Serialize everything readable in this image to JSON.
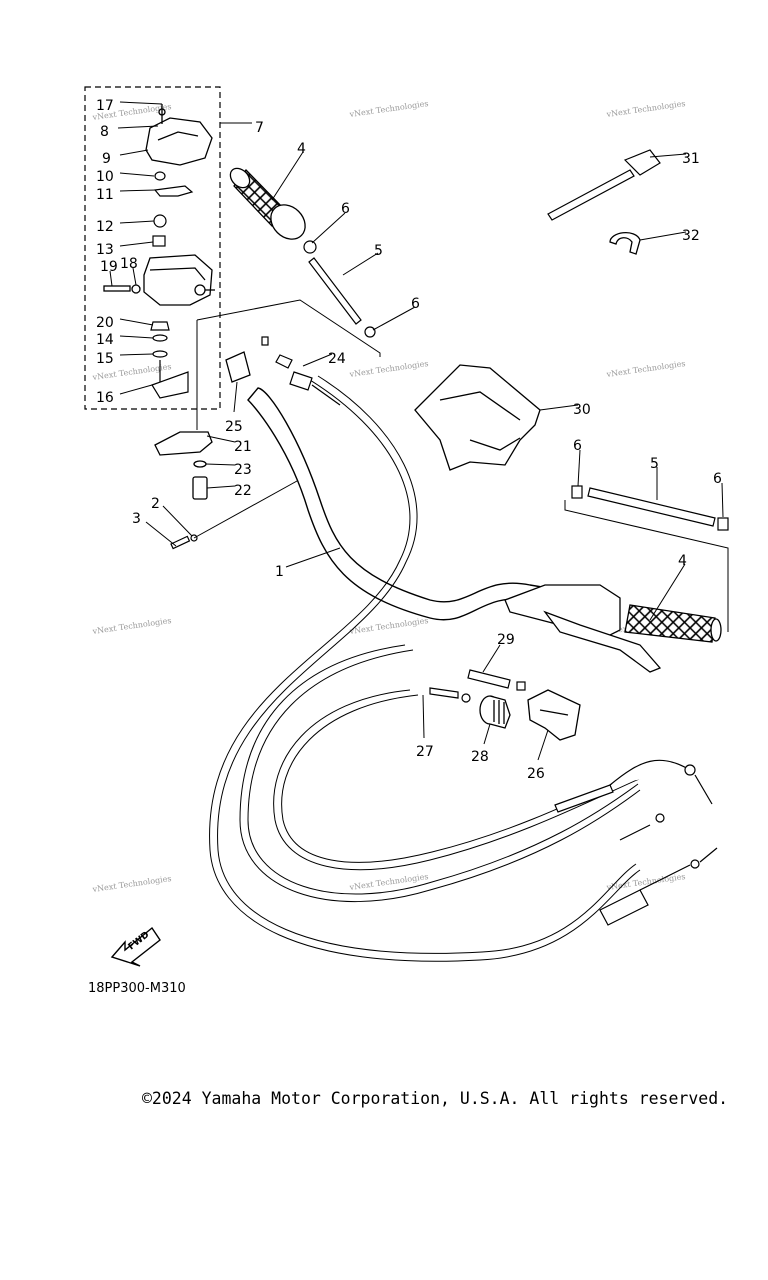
{
  "diagram": {
    "drawing_code": "18PP300-M310",
    "direction_arrow_label": "FWD",
    "watermark": "vNext Technologies",
    "callouts": [
      "1",
      "2",
      "3",
      "4",
      "4",
      "5",
      "5",
      "6",
      "6",
      "6",
      "6",
      "7",
      "8",
      "9",
      "10",
      "11",
      "12",
      "13",
      "14",
      "15",
      "16",
      "17",
      "18",
      "19",
      "20",
      "21",
      "22",
      "23",
      "24",
      "25",
      "26",
      "27",
      "28",
      "29",
      "30",
      "31",
      "32"
    ]
  },
  "footer": {
    "copyright": "©2024 Yamaha Motor Corporation, U.S.A. All rights reserved."
  }
}
